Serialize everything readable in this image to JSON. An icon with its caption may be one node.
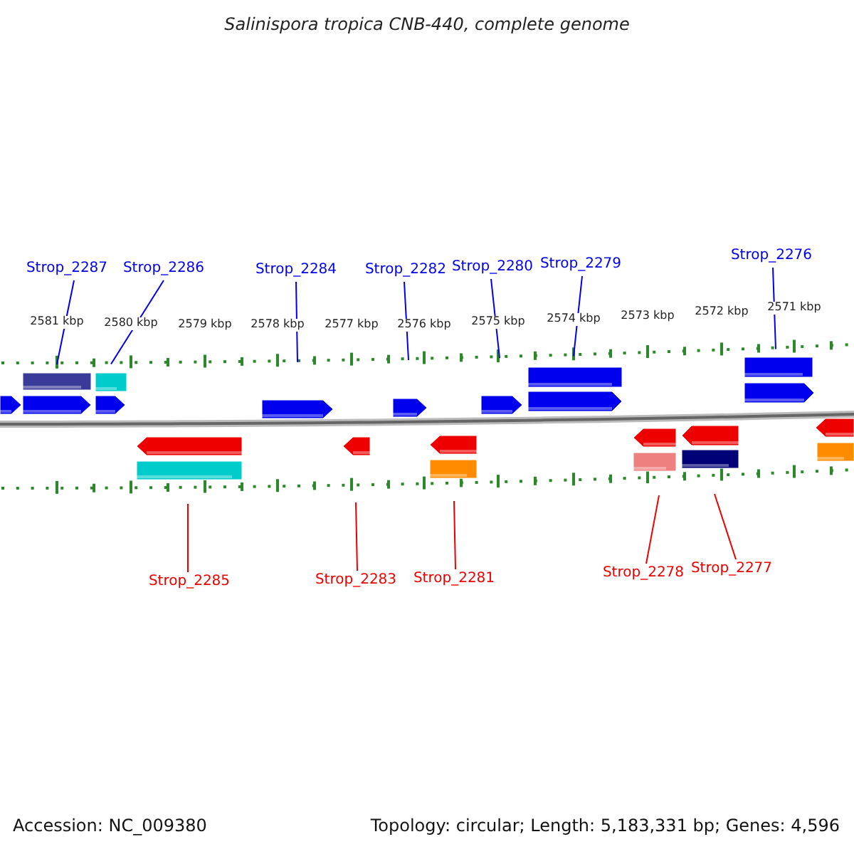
{
  "diagram": {
    "title": "Salinispora tropica CNB-440, complete genome",
    "nodes": [
      {
        "text": [
          "Strop_2287"
        ]
      },
      {
        "text": [
          "Strop_2286"
        ]
      },
      {
        "text": [
          "Strop_2284"
        ]
      },
      {
        "text": [
          "Strop_2282"
        ]
      },
      {
        "text": [
          "Strop_2280"
        ]
      },
      {
        "text": [
          "Strop_2279"
        ]
      },
      {
        "text": [
          "Strop_2276"
        ]
      },
      {
        "text": [
          "Strop_2285"
        ]
      },
      {
        "text": [
          "Strop_2283"
        ]
      },
      {
        "text": [
          "Strop_2281"
        ]
      },
      {
        "text": [
          "Strop_2278"
        ]
      },
      {
        "text": [
          "Strop_2277"
        ]
      }
    ],
    "edges": [
      {
        "from": 0,
        "to": null,
        "arrow": "none"
      },
      {
        "from": 1,
        "to": null,
        "arrow": "none"
      },
      {
        "from": 2,
        "to": null,
        "arrow": "none"
      },
      {
        "from": 3,
        "to": null,
        "arrow": "none"
      },
      {
        "from": 4,
        "to": null,
        "arrow": "none"
      },
      {
        "from": 5,
        "to": null,
        "arrow": "none"
      },
      {
        "from": 6,
        "to": null,
        "arrow": "none"
      },
      {
        "from": 7,
        "to": null,
        "arrow": "none",
        "color": "#ee0000"
      },
      {
        "from": 8,
        "to": null,
        "arrow": "none",
        "color": "#ee0000"
      },
      {
        "from": 9,
        "to": null,
        "arrow": "none",
        "color": "#ee0000"
      },
      {
        "from": 10,
        "to": null,
        "arrow": "none",
        "color": "#ee0000"
      },
      {
        "from": 11,
        "to": null,
        "arrow": "none",
        "color": "#ee0000"
      }
    ],
    "labels": [
      "2581 kbp",
      "2580 kbp",
      "2579 kbp",
      "2578 kbp",
      "2577 kbp",
      "2576 kbp",
      "2575 kbp",
      "2574 kbp",
      "2573 kbp",
      "2572 kbp",
      "2571 kbp",
      "Accession: NC_009380",
      "Topology: circular; Length: 5,183,331 bp; Genes: 4,596"
    ]
  }
}
